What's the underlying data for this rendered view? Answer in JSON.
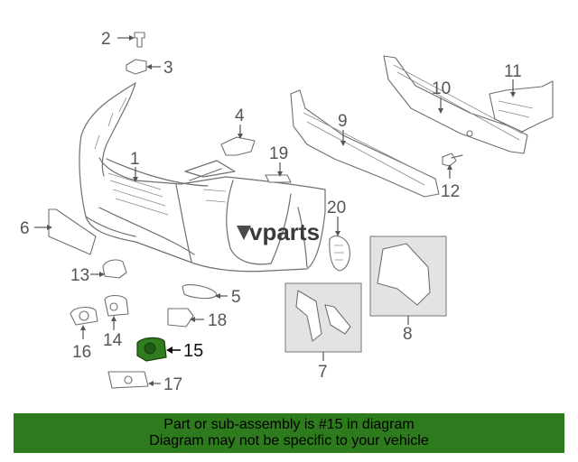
{
  "watermark": "vparts",
  "callouts": {
    "c1": "1",
    "c2": "2",
    "c3": "3",
    "c4": "4",
    "c5": "5",
    "c6": "6",
    "c7": "7",
    "c8": "8",
    "c9": "9",
    "c10": "10",
    "c11": "11",
    "c12": "12",
    "c13": "13",
    "c14": "14",
    "c15": "15",
    "c16": "16",
    "c17": "17",
    "c18": "18",
    "c19": "19",
    "c20": "20"
  },
  "highlighted_part": "15",
  "colors": {
    "banner_bg": "#2e7b1e",
    "highlight": "#2f7d1f"
  },
  "banner": {
    "line1": "Part or sub-assembly is #15 in diagram",
    "line2": "Diagram may not be specific to your vehicle"
  }
}
